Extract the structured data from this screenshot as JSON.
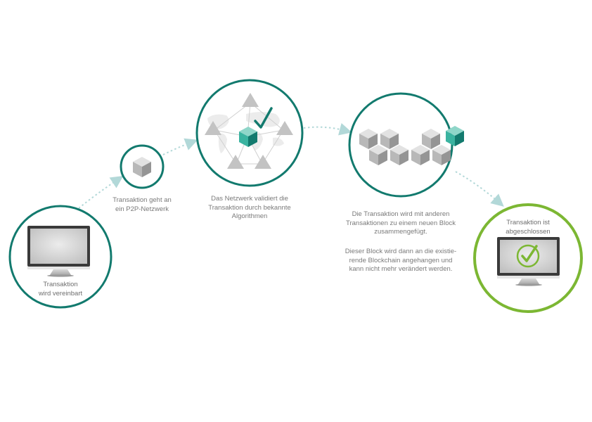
{
  "steps": [
    {
      "label": "Transaktion\nwird vereinbart",
      "icon": "monitor-icon"
    },
    {
      "label": "Transaktion geht an\nein P2P-Netzwerk",
      "icon": "cube-icon"
    },
    {
      "label": "Das Netzwerk validiert die\nTransaktion durch bekannte\nAlgorithmen",
      "icon": "network-validation-icon"
    },
    {
      "label": "Die Transaktion wird mit anderen\nTransaktionen zu einem neuen Block\nzusammengefügt.",
      "label_2": "Dieser Block wird dann an die existie-\nrende Blockchain angehangen und\nkann nicht mehr verändert werden.",
      "icon": "blockchain-icon"
    },
    {
      "label": "Transaktion ist\nabgeschlossen",
      "icon": "monitor-checkmark-icon"
    }
  ],
  "colors": {
    "teal": "#127a6e",
    "green": "#7cb733",
    "arrow": "#b2d8d8",
    "text": "#7a7a7a",
    "cube_accent": "#2e9a8a"
  }
}
